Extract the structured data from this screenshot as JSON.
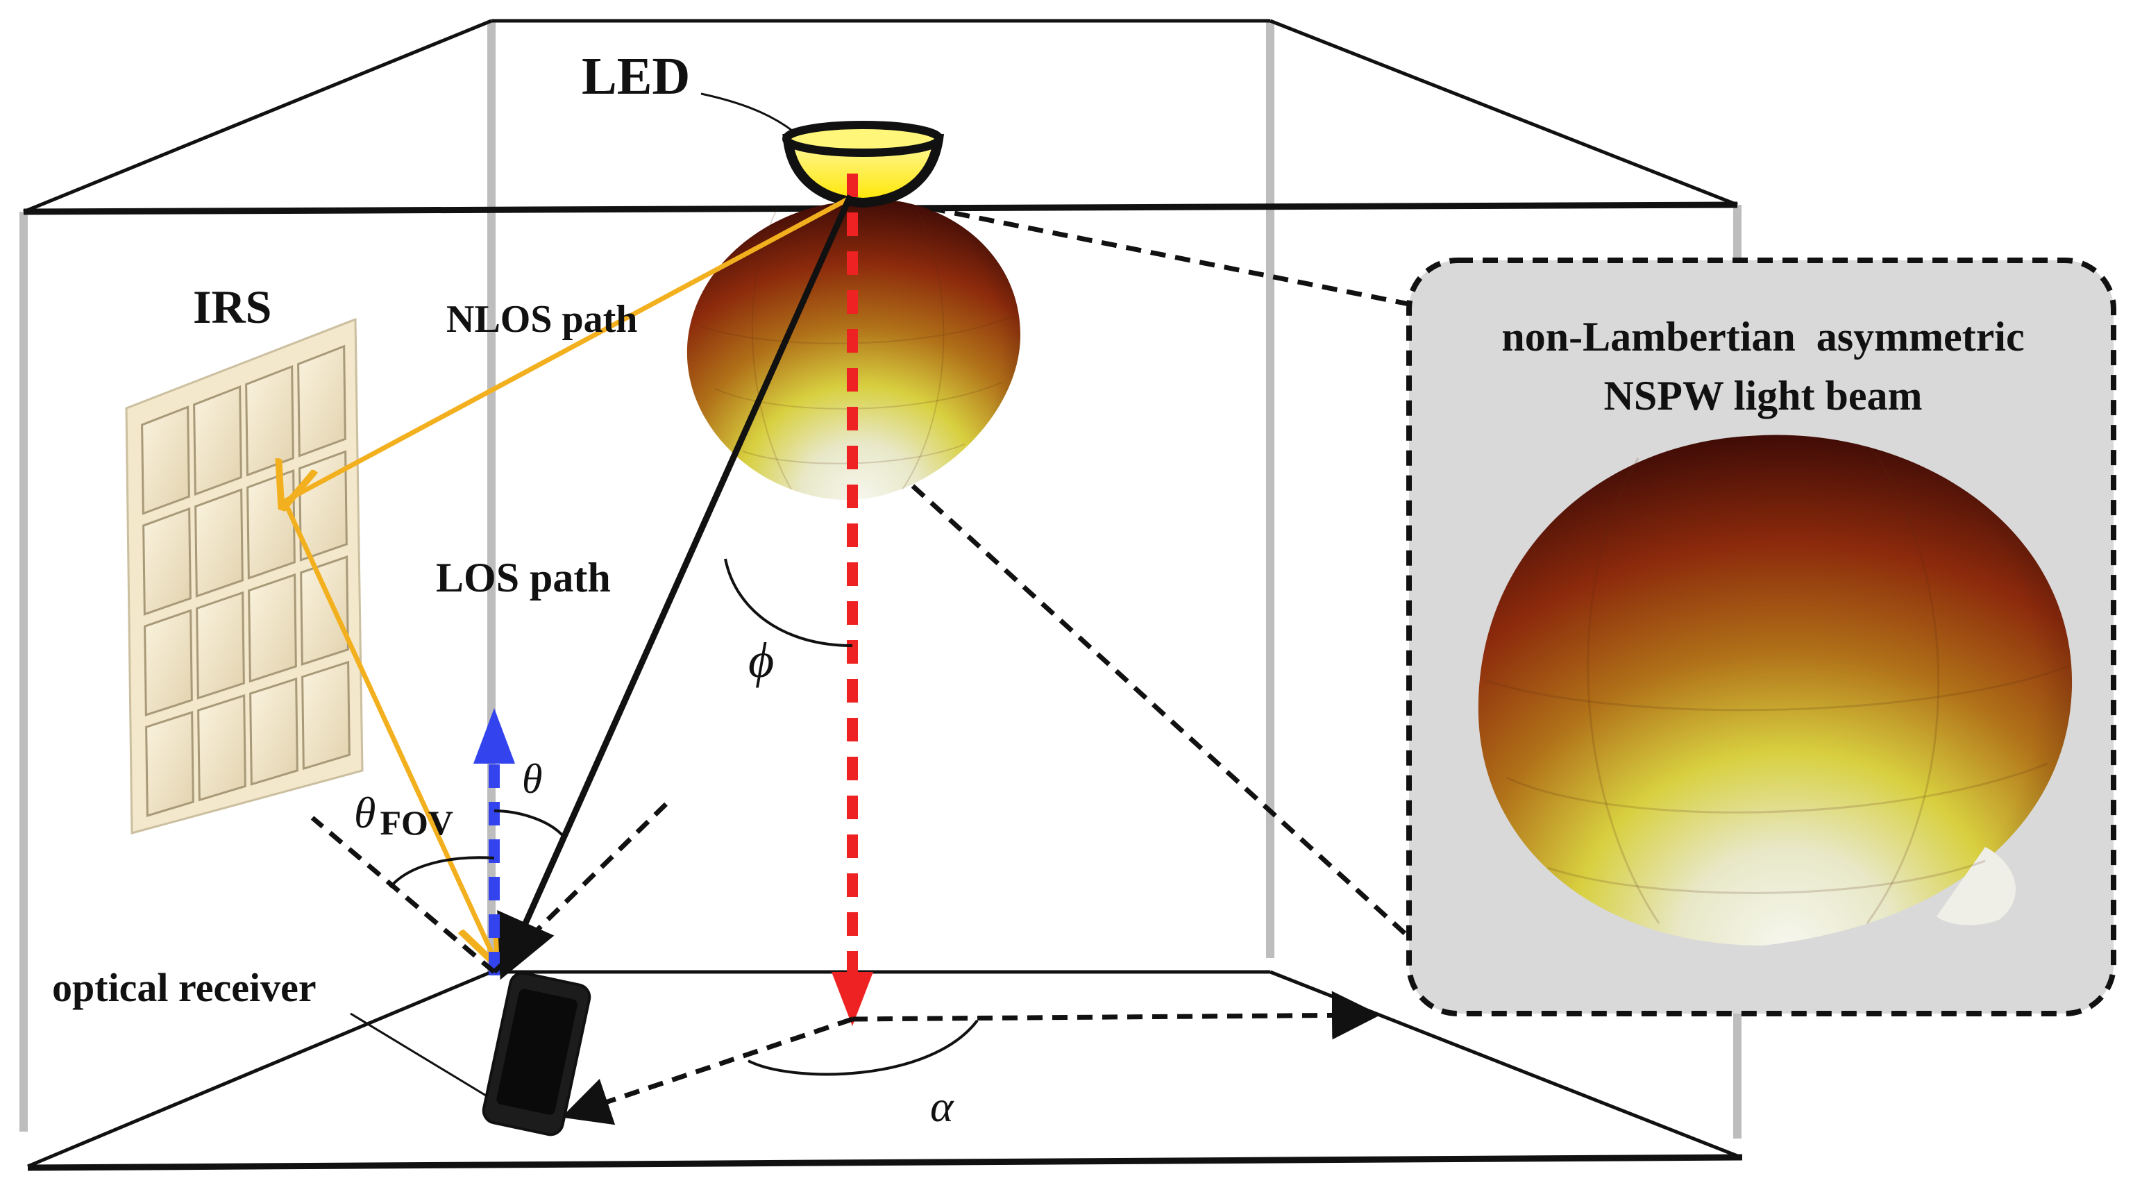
{
  "labels": {
    "led": "LED",
    "irs": "IRS",
    "nlos_path": "NLOS path",
    "los_path": "LOS path",
    "optical_receiver": "optical receiver",
    "phi": "ϕ",
    "theta": "θ",
    "theta_fov_symbol": "θ",
    "theta_fov_subscript": "FOV",
    "alpha": "α"
  },
  "inset": {
    "title_line1": "non-Lambertian  asymmetric",
    "title_line2": "NSPW light beam"
  },
  "colors": {
    "room_edges": "#111111",
    "vertical_posts": "#bdbdbd",
    "nlos_path": "#f2b01e",
    "los_path": "#111111",
    "vertical_axis": "#ee2222",
    "receiver_normal": "#3344ee",
    "led_fill": "#ffee22",
    "irs_panel": "#f3e7cc",
    "inset_background": "#d9d9d9",
    "beam_dark": "#3a0606",
    "beam_mid": "#b83410",
    "beam_yellow": "#d8d040",
    "beam_light": "#f4f4ea"
  },
  "icons": [
    "led-lamp-icon",
    "irs-panel-icon",
    "smartphone-receiver-icon",
    "light-beam-lobe-icon"
  ]
}
